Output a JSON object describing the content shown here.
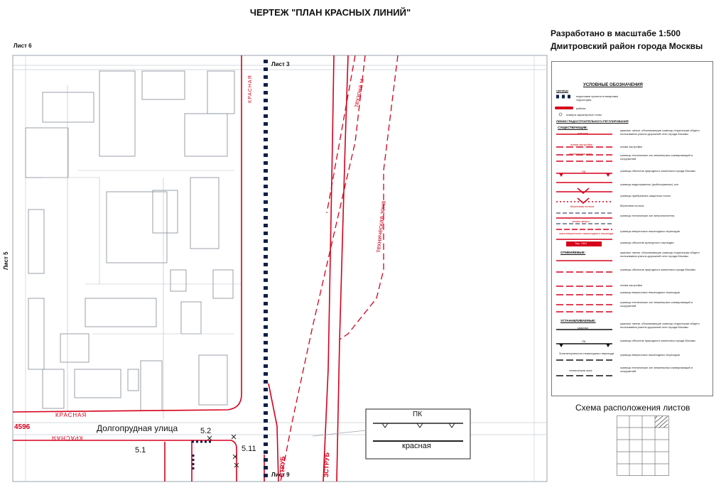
{
  "title": "ЧЕРТЕЖ \"ПЛАН КРАСНЫХ ЛИНИЙ\"",
  "scale_text": "Разработано в масштабе 1:500",
  "district_text": "Дмитровский район города Москвы",
  "sheets": {
    "sheet6": "Лист 6",
    "sheet3": "Лист 3",
    "sheet5": "Лист 5",
    "sheet9": "Лист 9"
  },
  "map": {
    "street": "Долгопрудная улица",
    "red_label": "КРАСНАЯ",
    "red_label2": "КРАСНАЯ",
    "red_label_vert": "КРАСНАЯ",
    "code": "4596",
    "lot_5_1": "5.1",
    "lot_5_2": "5.2",
    "lot_5_11": "5.11",
    "zone1": "техзона м",
    "zone2": "техническая зона",
    "strip1": "СТРУБ",
    "strip2": "ЗСТРУБ",
    "inset_pk": "ПК",
    "inset_red": "красная"
  },
  "legend": {
    "title": "УСЛОВНЫЕ ОБОЗНАЧЕНИЯ",
    "group_bounds": "границы",
    "b1": "подготовки проекта планировки территории",
    "b2": "района",
    "b3": "номера характерных точек",
    "group_lines": "ЛИНИИ ГРАДОСТРОИТЕЛЬНОГО РЕГУЛИРОВАНИЯ",
    "existing": "СУЩЕСТВУЮЩИЕ:",
    "e_red": "красная",
    "e1": "красные линии, обозначающие границы территории общего пользования улично-дорожной сети города Москвы",
    "e_build": "линия застройки",
    "e2": "линии застройки",
    "e_tech": "техническая зона",
    "e3": "границы технических зон инженерных коммуникаций и сооружений",
    "e_pk": "ПК",
    "e4": "границы объектов природного комплекса города Москвы",
    "e5": "границы водоохранных (рыбоохранных) зон",
    "e6": "границы прибрежных защитных полос",
    "e_shore": "береговая полоса",
    "e7": "береговая полоса",
    "e_metro": "технич.метро",
    "e8": "границы технических зон метрополитена",
    "e_ped": "зона внеуличного пешеходного перехода",
    "e9": "границы внеуличных пешеходных переходов",
    "e_ter": "Тер. ОКН",
    "e10": "границы объектов культурного наследия",
    "cancelled": "ОТМЕНЯЕМЫЕ:",
    "c1": "красные линии, обозначающие границы территории общего пользования улично-дорожной сети города Москвы",
    "c2": "границы объектов природного комплекса города Москвы",
    "c3": "линии застройки",
    "c4": "границы внеуличных пешеходных переходов",
    "c5": "границы технических зон инженерных коммуникаций и сооружений",
    "established": "УСТАНАВЛИВАЕМЫЕ:",
    "s_red": "красная",
    "s1": "красные линии, обозначающие границы территории общего пользования улично-дорожной сети города Москвы",
    "s_pk": "ПК",
    "s2": "границы объектов природного комплекса города Москвы",
    "s_ped": "Зона внеуличного пешеходного перехода",
    "s3": "границы внеуличных пешеходных переходов",
    "s_tech": "техническая зона",
    "s4": "границы технических зон инженерных коммуникаций и сооружений"
  },
  "scheme_title": "Схема расположения листов",
  "colors": {
    "red": "#d6001c",
    "navy": "#10204a",
    "grey": "#9aa3ad",
    "light_grey": "#c3c9d0"
  }
}
